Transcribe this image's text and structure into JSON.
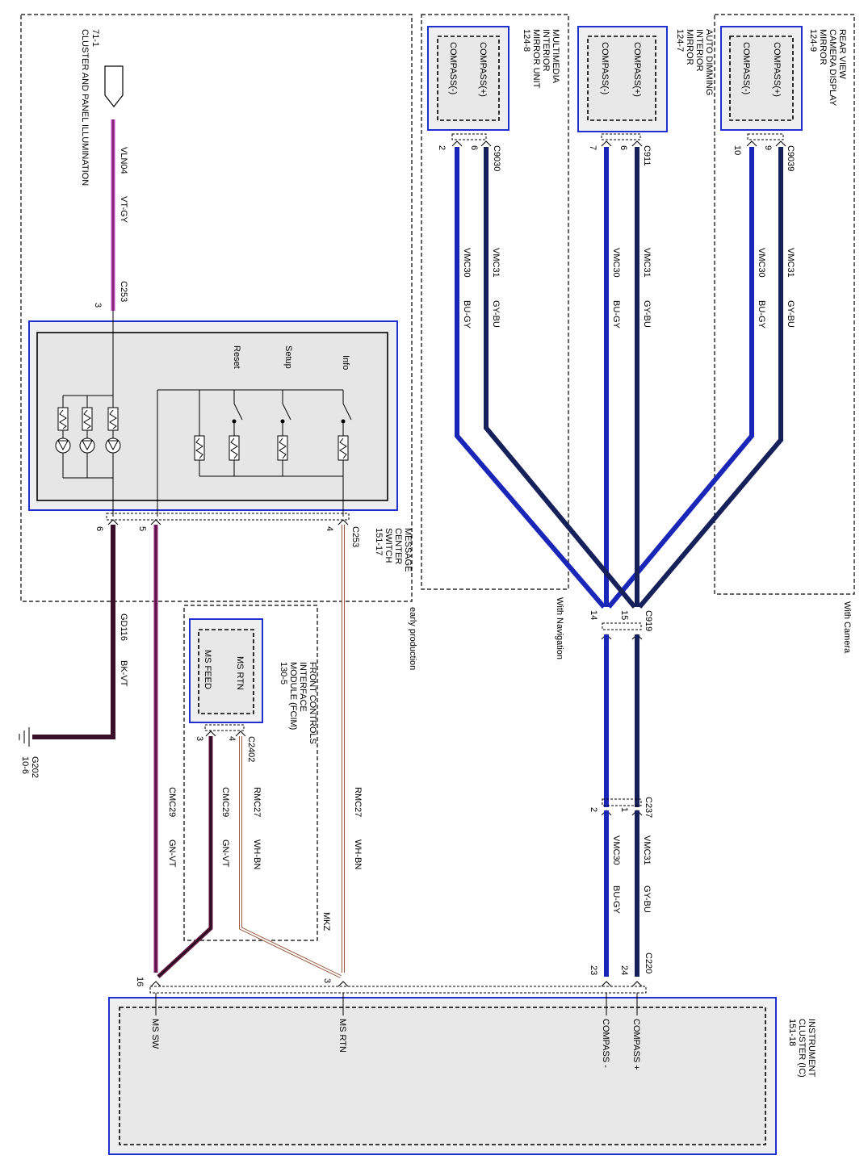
{
  "colors": {
    "bu_gy": "#1a26b8",
    "gy_bu": "#16205a",
    "vt_gy": "#c040c0",
    "bk_vt": "#3a0f2a",
    "gn_vt": "#5a1840",
    "wh_bn": "#9a5a40",
    "module_border": "#2030d0"
  },
  "labels": {
    "cluster_ref": "71-1",
    "cluster_title": "CLUSTER AND PANEL ILLUMINATION",
    "vln04": "VLN04",
    "vt_gy": "VT-GY",
    "c253_a": "C253",
    "c253_b": "C253",
    "pin3_top": "3",
    "msg_center": [
      "MESSAGE",
      "CENTER",
      "SWITCH",
      "151-17"
    ],
    "info": "Info",
    "setup": "Setup",
    "reset": "Reset",
    "pin6": "6",
    "pin5": "5",
    "pin4": "4",
    "early_production": "early production",
    "gd116": "GD116",
    "bk_vt": "BK-VT",
    "g202": "G202",
    "g202_ref": "10-6",
    "fcim": [
      "FRONT CONTROLS",
      "INTERFACE",
      "MODULE (FCIM)",
      "130-5"
    ],
    "ms_rtn": "MS RTN",
    "ms_feed": "MS FEED",
    "c2402": "C2402",
    "fc_pin4": "4",
    "fc_pin3": "3",
    "cmc29_a": "CMC29",
    "gn_vt_a": "GN-VT",
    "cmc29_b": "CMC29",
    "gn_vt_b": "GN-VT",
    "rmc27_a": "RMC27",
    "wh_bn_a": "WH-BN",
    "rmc27_b": "RMC27",
    "wh_bn_b": "WH-BN",
    "mkz": "MKZ",
    "mm_mirror": [
      "MULTIMEDIA",
      "INTERIOR",
      "MIRROR UNIT",
      "124-8"
    ],
    "ad_mirror": [
      "AUTO DIMMING",
      "INTERIOR",
      "MIRROR",
      "124-7"
    ],
    "rv_mirror": [
      "REAR VIEW",
      "CAMERA DISPLAY",
      "MIRROR",
      "124-9"
    ],
    "compass_plus": "COMPASS(+)",
    "compass_minus": "COMPASS(-)",
    "c9030": "C9030",
    "c911": "C911",
    "c9039": "C9039",
    "mm_pin2": "2",
    "mm_pin6": "6",
    "ad_pin7": "7",
    "ad_pin6": "6",
    "rv_pin10": "10",
    "rv_pin9": "9",
    "vmc30": "VMC30",
    "bu_gy": "BU-GY",
    "vmc31": "VMC31",
    "gy_bu": "GY-BU",
    "with_navigation": "With Navigation",
    "with_camera": "With Camera",
    "c919": "C919",
    "pin14": "14",
    "pin15": "15",
    "c237": "C237",
    "pin2_237": "2",
    "pin1_237": "1",
    "c220": "C220",
    "pin23": "23",
    "pin24": "24",
    "ic_title": [
      "INSTRUMENT",
      "CLUSTER (IC)",
      "151-18"
    ],
    "compass_pos_ic": "COMPASS +",
    "compass_neg_ic": "COMPASS -",
    "ms_rtn_ic": "MS RTN",
    "ms_sw_ic": "MS SW",
    "ic_pin3": "3",
    "ic_pin16": "16"
  }
}
